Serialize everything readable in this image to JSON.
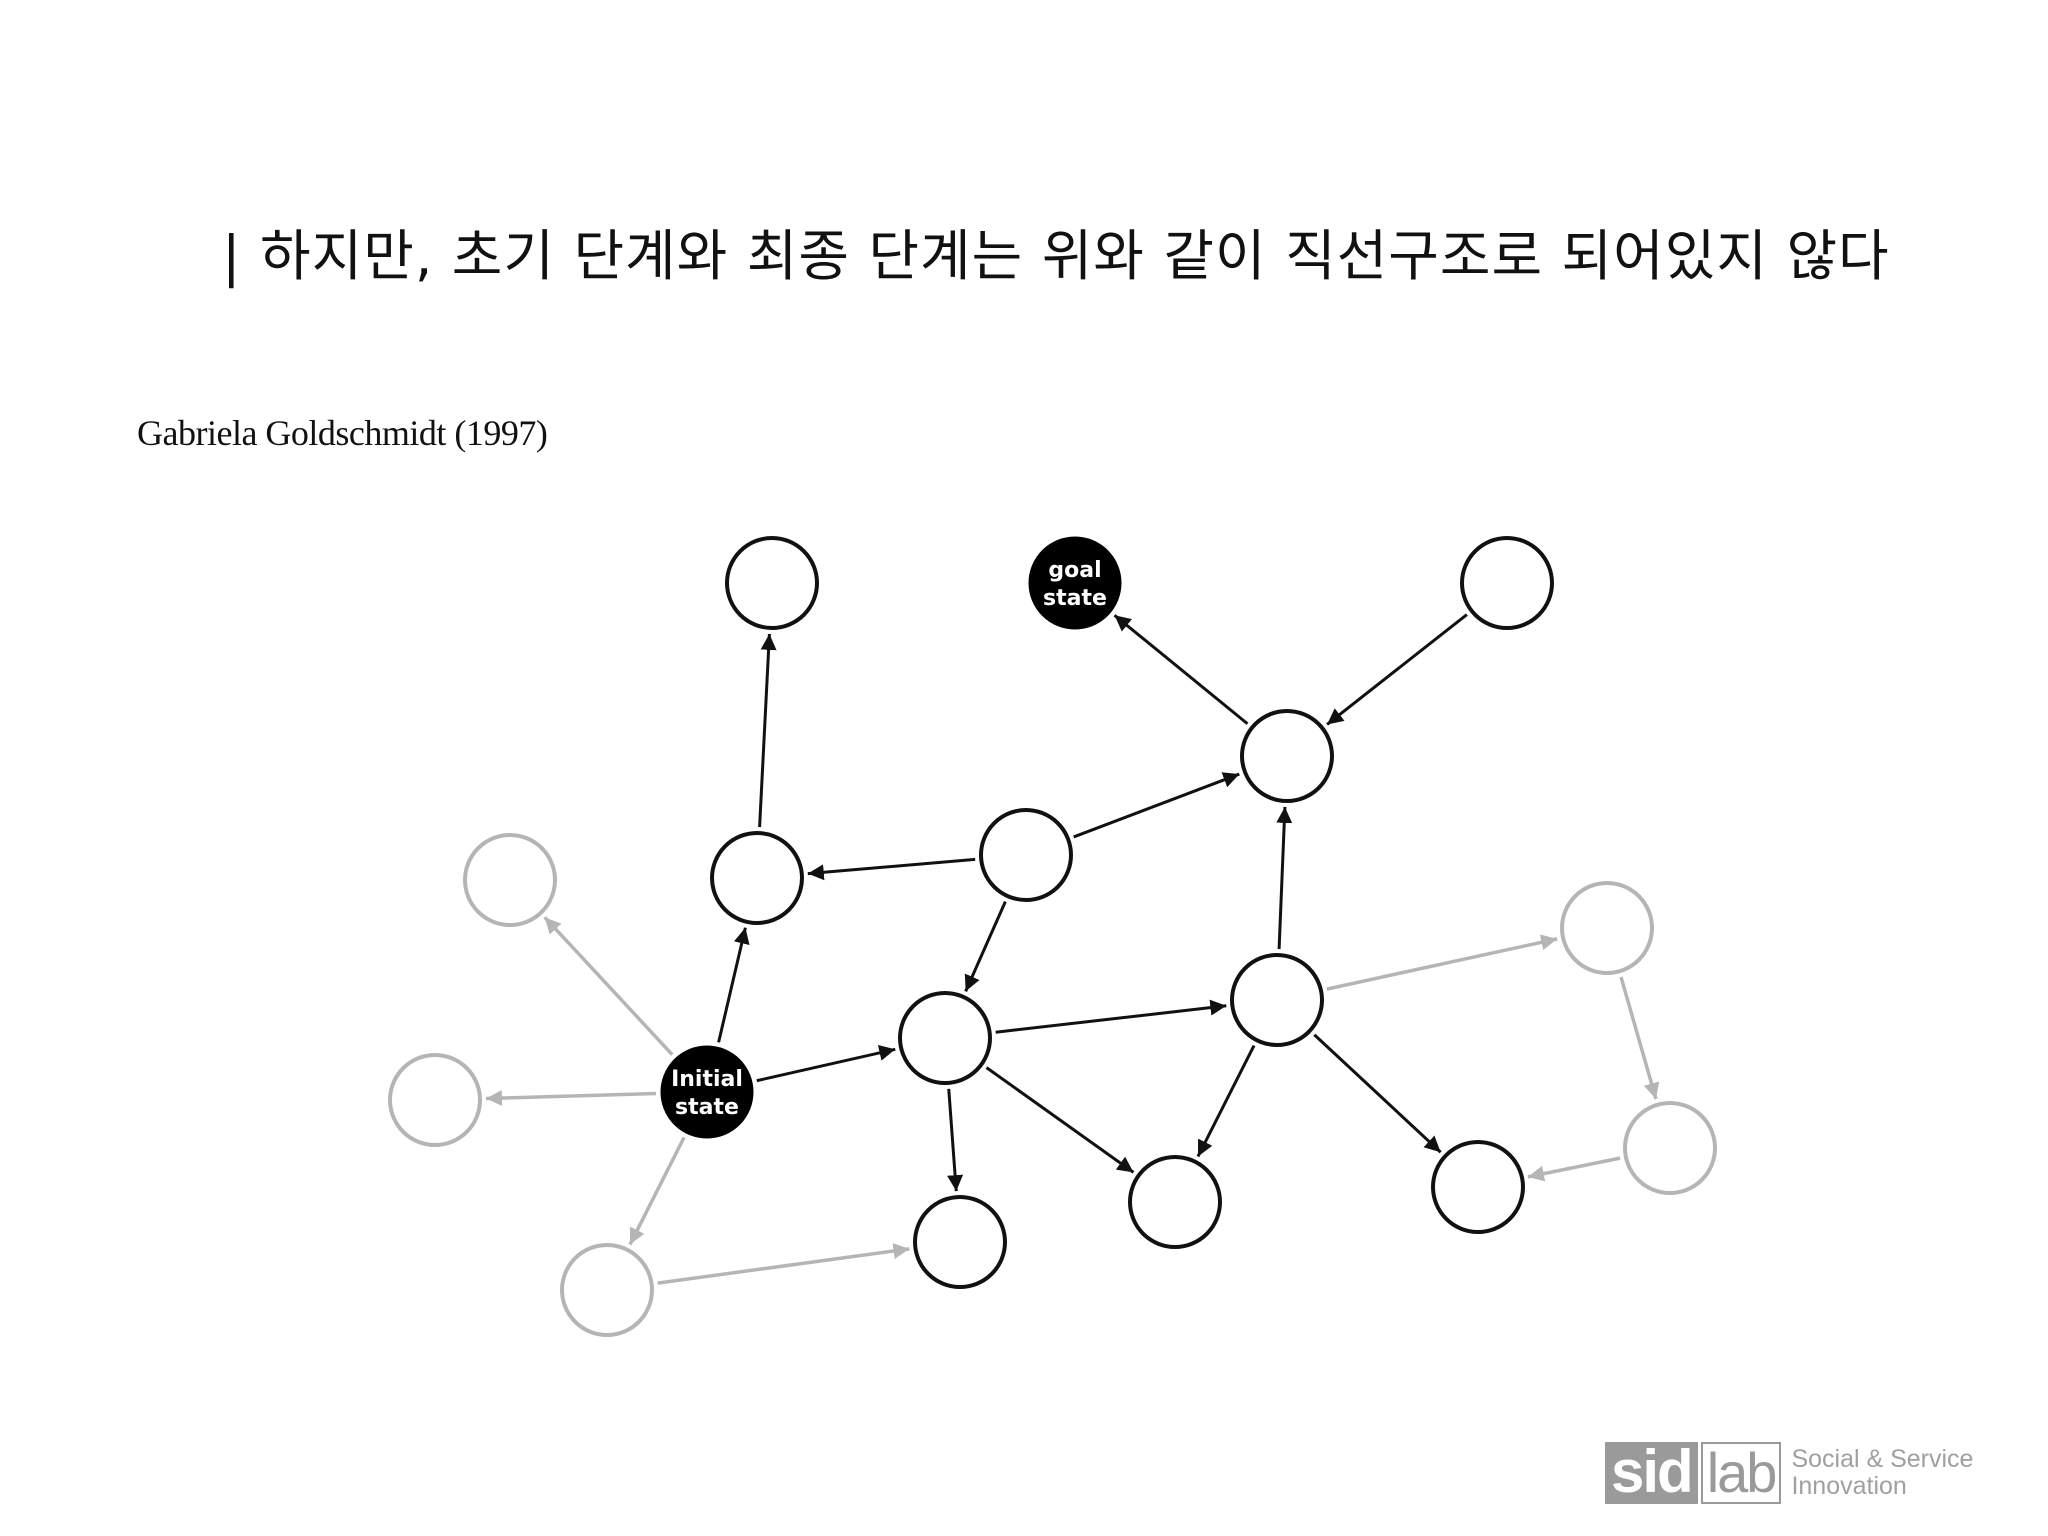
{
  "slide": {
    "title": "| 하지만, 초기 단계와 최종 단계는 위와 같이 직선구조로 되어있지 않다",
    "citation": "Gabriela Goldschmidt (1997)"
  },
  "diagram": {
    "colors": {
      "active": "#111111",
      "inactive": "#b5b5b5",
      "filled": "#000000",
      "filled_text": "#ffffff"
    },
    "nodes": [
      {
        "id": "n-top-left",
        "style": "active"
      },
      {
        "id": "goal",
        "style": "filled",
        "label_line1": "goal",
        "label_line2": "state"
      },
      {
        "id": "n-top-right",
        "style": "active"
      },
      {
        "id": "n-upper-right",
        "style": "active"
      },
      {
        "id": "n-middle",
        "style": "active"
      },
      {
        "id": "n-left-middle",
        "style": "active"
      },
      {
        "id": "n-gray-upper-left",
        "style": "inactive"
      },
      {
        "id": "n-gray-left",
        "style": "inactive"
      },
      {
        "id": "initial",
        "style": "filled",
        "label_line1": "Initial",
        "label_line2": "state"
      },
      {
        "id": "n-center",
        "style": "active"
      },
      {
        "id": "n-right-center",
        "style": "active"
      },
      {
        "id": "n-gray-right-top",
        "style": "inactive"
      },
      {
        "id": "n-gray-right-bottom",
        "style": "inactive"
      },
      {
        "id": "n-gray-bottom-left",
        "style": "inactive"
      },
      {
        "id": "n-bottom-center-left",
        "style": "active"
      },
      {
        "id": "n-bottom-center",
        "style": "active"
      },
      {
        "id": "n-bottom-right",
        "style": "active"
      }
    ],
    "edges": [
      {
        "from": "n-left-middle",
        "to": "n-top-left",
        "style": "active"
      },
      {
        "from": "n-upper-right",
        "to": "goal",
        "style": "active"
      },
      {
        "from": "n-top-right",
        "to": "n-upper-right",
        "style": "active"
      },
      {
        "from": "n-middle",
        "to": "n-upper-right",
        "style": "active"
      },
      {
        "from": "n-middle",
        "to": "n-left-middle",
        "style": "active"
      },
      {
        "from": "n-middle",
        "to": "n-center",
        "style": "active"
      },
      {
        "from": "initial",
        "to": "n-left-middle",
        "style": "active"
      },
      {
        "from": "initial",
        "to": "n-center",
        "style": "active"
      },
      {
        "from": "n-center",
        "to": "n-right-center",
        "style": "active"
      },
      {
        "from": "n-right-center",
        "to": "n-upper-right",
        "style": "active"
      },
      {
        "from": "n-center",
        "to": "n-bottom-center-left",
        "style": "active"
      },
      {
        "from": "n-center",
        "to": "n-bottom-center",
        "style": "active"
      },
      {
        "from": "n-right-center",
        "to": "n-bottom-center",
        "style": "active"
      },
      {
        "from": "n-right-center",
        "to": "n-bottom-right",
        "style": "active"
      },
      {
        "from": "initial",
        "to": "n-gray-upper-left",
        "style": "inactive"
      },
      {
        "from": "initial",
        "to": "n-gray-left",
        "style": "inactive"
      },
      {
        "from": "initial",
        "to": "n-gray-bottom-left",
        "style": "inactive"
      },
      {
        "from": "n-gray-bottom-left",
        "to": "n-bottom-center-left",
        "style": "inactive"
      },
      {
        "from": "n-right-center",
        "to": "n-gray-right-top",
        "style": "inactive"
      },
      {
        "from": "n-gray-right-top",
        "to": "n-gray-right-bottom",
        "style": "inactive"
      },
      {
        "from": "n-gray-right-bottom",
        "to": "n-bottom-right",
        "style": "inactive"
      }
    ]
  },
  "logo": {
    "mark_left": "sid",
    "mark_right": "lab",
    "tagline_line1": "Social & Service",
    "tagline_line2": "Innovation",
    "color": "#9a9a9a"
  }
}
